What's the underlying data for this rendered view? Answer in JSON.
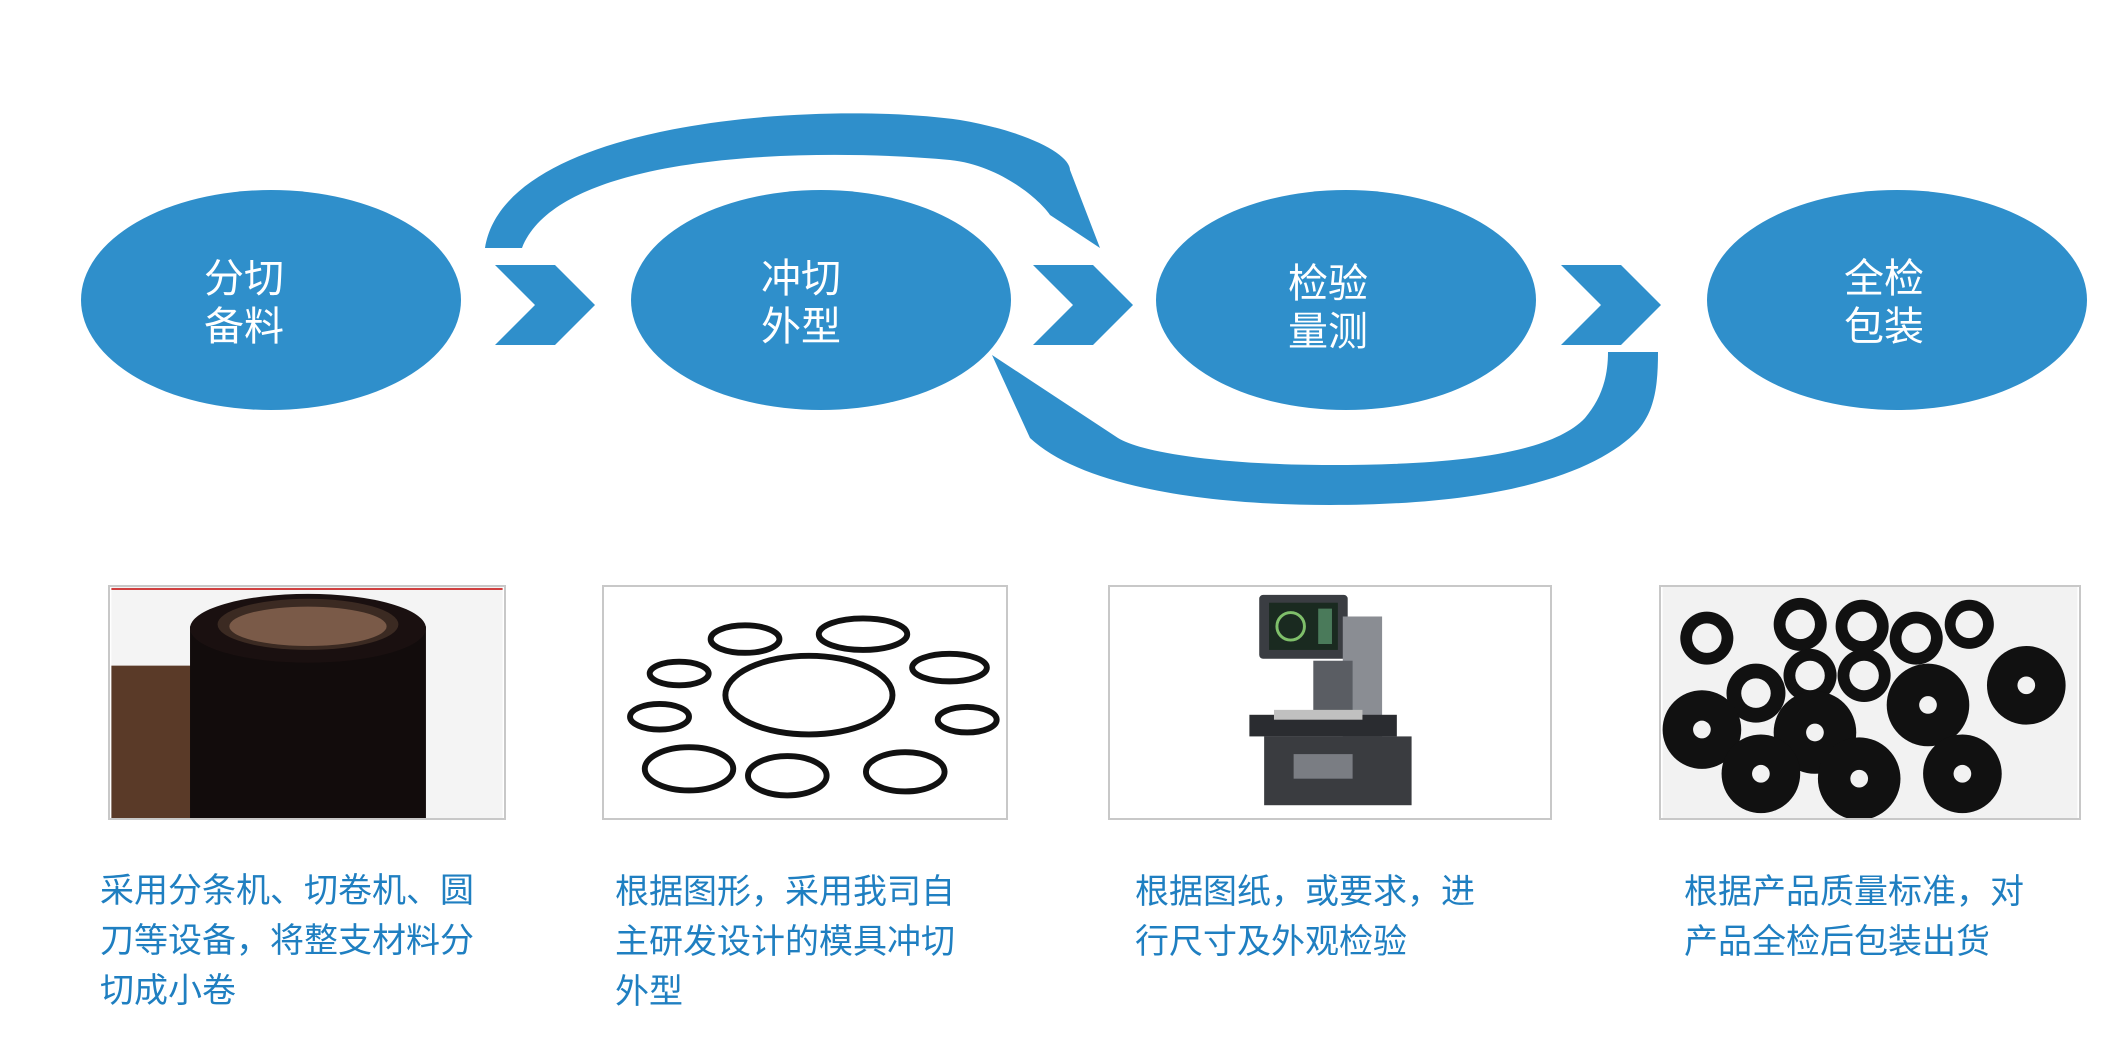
{
  "colors": {
    "primary": "#2f8fcb",
    "text_blue": "#1f7fc1"
  },
  "steps": [
    {
      "line1": "分切",
      "line2": "备料",
      "desc": [
        "采用分条机、切卷机、圆",
        "刀等设备，将整支材料分",
        "切成小卷"
      ]
    },
    {
      "line1": "冲切",
      "line2": "外型",
      "desc": [
        "根据图形，采用我司自",
        "主研发设计的模具冲切",
        "外型"
      ]
    },
    {
      "line1": "检验",
      "line2": "量测",
      "desc": [
        "根据图纸，或要求，进",
        "行尺寸及外观检验"
      ]
    },
    {
      "line1": "全检",
      "line2": "包装",
      "desc": [
        "根据产品质量标准，对",
        "产品全检后包装出货"
      ]
    }
  ],
  "images": [
    "roll-of-material-photo",
    "punched-rings-photo",
    "measuring-instrument-photo",
    "washers-photo"
  ]
}
